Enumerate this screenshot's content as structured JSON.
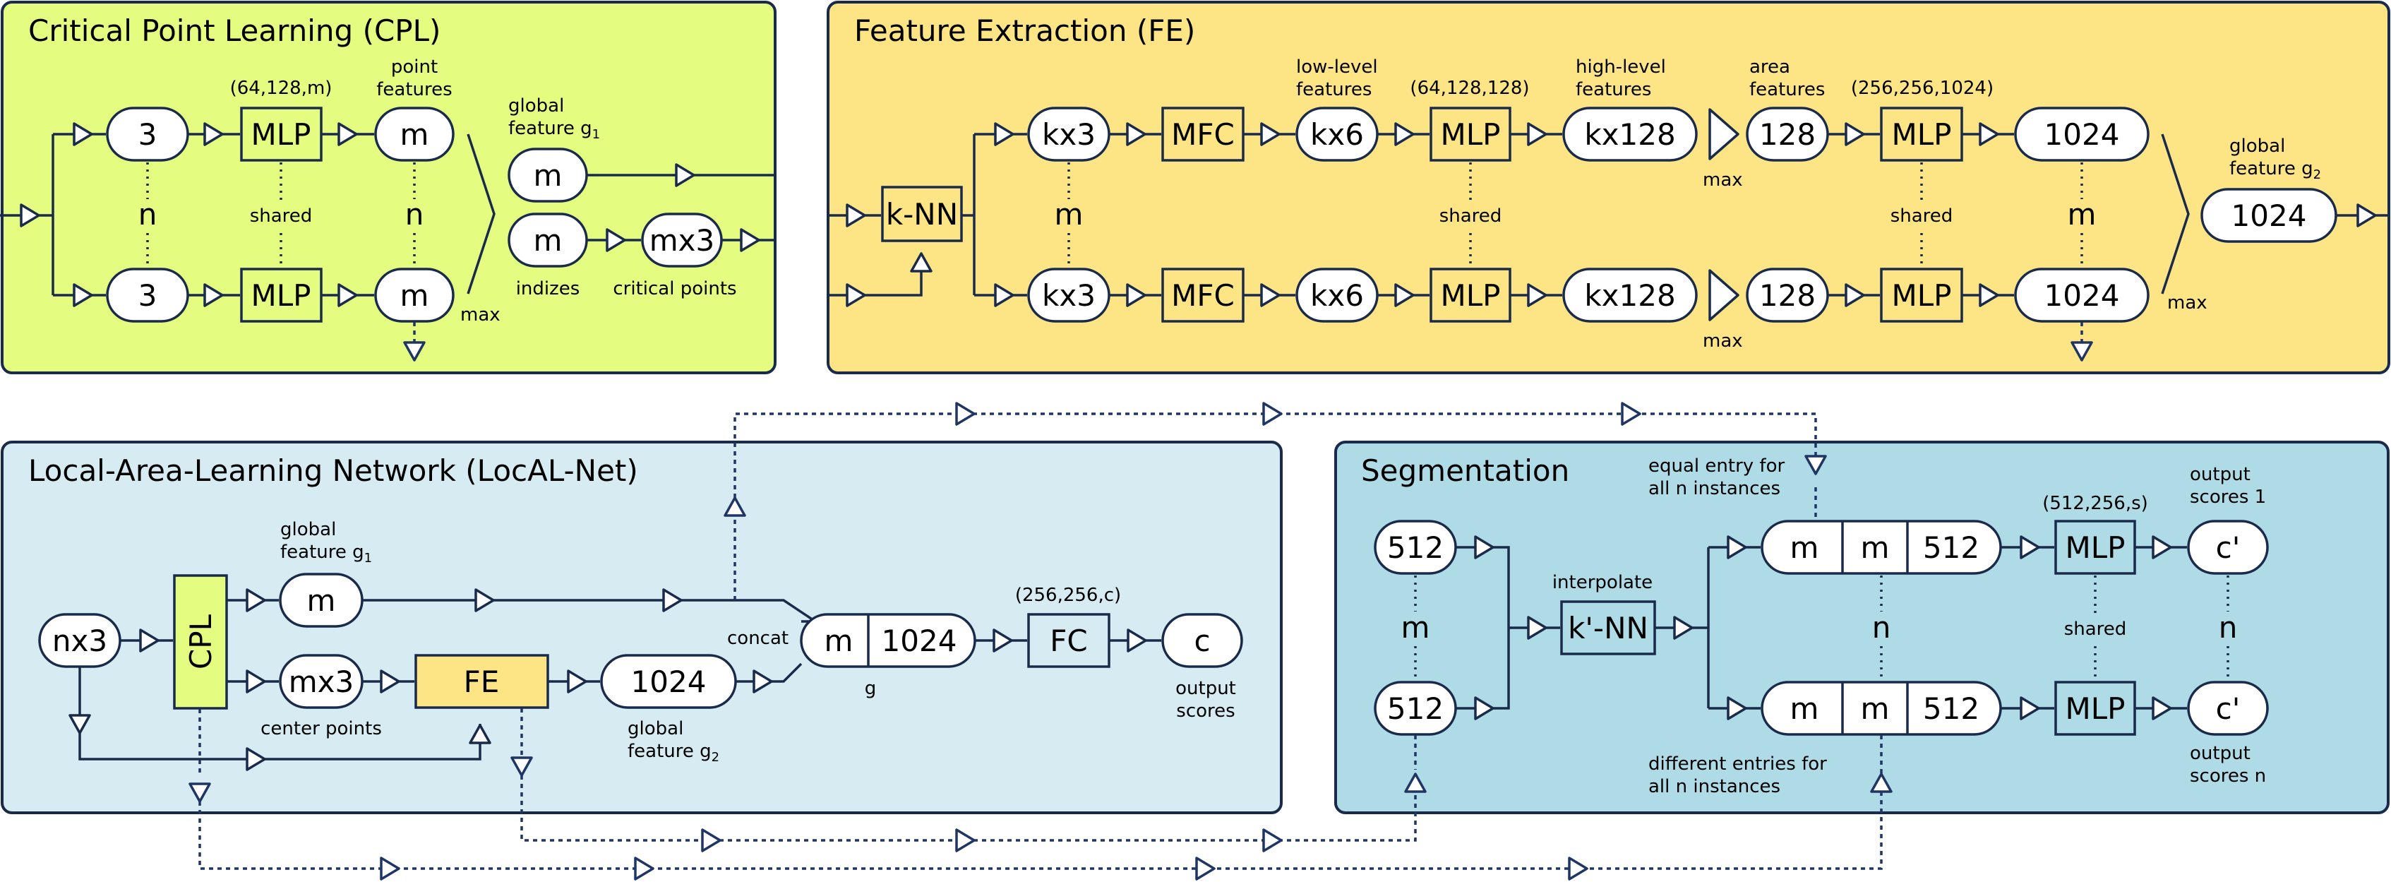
{
  "panels": {
    "cpl": {
      "title": "Critical Point Learning (CPL)"
    },
    "fe": {
      "title": "Feature Extraction (FE)"
    },
    "localnet": {
      "title": "Local-Area-Learning Network (LocAL-Net)"
    },
    "seg": {
      "title": "Segmentation"
    }
  },
  "cpl": {
    "in_top": "3",
    "in_bottom": "3",
    "n": "n",
    "mlp_dims": "(64,128,m)",
    "mlp_top": "MLP",
    "mlp_bottom": "MLP",
    "shared": "shared",
    "point_features_1": "point",
    "point_features_2": "features",
    "m_top": "m",
    "m_bottom": "m",
    "n2": "n",
    "max": "max",
    "global_1": "global",
    "global_2": "feature g",
    "global_sub": "1",
    "gm": "m",
    "im": "m",
    "indizes": "indizes",
    "mx3": "mx3",
    "critical_points": "critical points"
  },
  "fe": {
    "knn": "k-NN",
    "kx3_top": "kx3",
    "kx3_bottom": "kx3",
    "m": "m",
    "mfc_top": "MFC",
    "mfc_bottom": "MFC",
    "low_1": "low-level",
    "low_2": "features",
    "kx6_top": "kx6",
    "kx6_bottom": "kx6",
    "mlp1_dims": "(64,128,128)",
    "mlp1_top": "MLP",
    "mlp1_bottom": "MLP",
    "shared1": "shared",
    "high_1": "high-level",
    "high_2": "features",
    "kx128_top": "kx128",
    "kx128_bottom": "kx128",
    "max_top": "max",
    "max_bottom": "max",
    "area_1": "area",
    "area_2": "features",
    "a128_top": "128",
    "a128_bottom": "128",
    "mlp2_dims": "(256,256,1024)",
    "mlp2_top": "MLP",
    "mlp2_bottom": "MLP",
    "shared2": "shared",
    "v1024_top": "1024",
    "v1024_bottom": "1024",
    "m2": "m",
    "max_right": "max",
    "global_1": "global",
    "global_2": "feature g",
    "global_sub": "2",
    "g1024": "1024"
  },
  "localnet": {
    "nx3": "nx3",
    "cpl": "CPL",
    "global1_1": "global",
    "global1_2": "feature g",
    "global1_sub": "1",
    "m": "m",
    "mx3": "mx3",
    "center_points": "center points",
    "fe": "FE",
    "v1024": "1024",
    "global2_1": "global",
    "global2_2": "feature g",
    "global2_sub": "2",
    "concat": "concat",
    "cm": "m",
    "c1024": "1024",
    "g": "g",
    "fc_dims": "(256,256,c)",
    "fc": "FC",
    "c": "c",
    "out_1": "output",
    "out_2": "scores"
  },
  "seg": {
    "v512_top": "512",
    "v512_bottom": "512",
    "m": "m",
    "interpolate": "interpolate",
    "knn": "k'-NN",
    "equal_1": "equal entry for",
    "equal_2": "all n instances",
    "diff_1": "different entries for",
    "diff_2": "all n instances",
    "row_m1": "m",
    "row_m2": "m",
    "row_512": "512",
    "row2_m1": "m",
    "row2_m2": "m",
    "row2_512": "512",
    "n": "n",
    "mlp_dims": "(512,256,s)",
    "mlp_top": "MLP",
    "mlp_bottom": "MLP",
    "shared": "shared",
    "c_top": "c'",
    "c_bottom": "c'",
    "n2": "n",
    "out1_1": "output",
    "out1_2": "scores 1",
    "outn_1": "output",
    "outn_2": "scores n"
  },
  "colors": {
    "cpl_bg": "#e4fd80",
    "fe_bg": "#fde585",
    "local_bg": "#d6ecf2",
    "seg_bg": "#aedbe6",
    "stroke": "#1a2a4a",
    "dashed": "#1f3563"
  }
}
